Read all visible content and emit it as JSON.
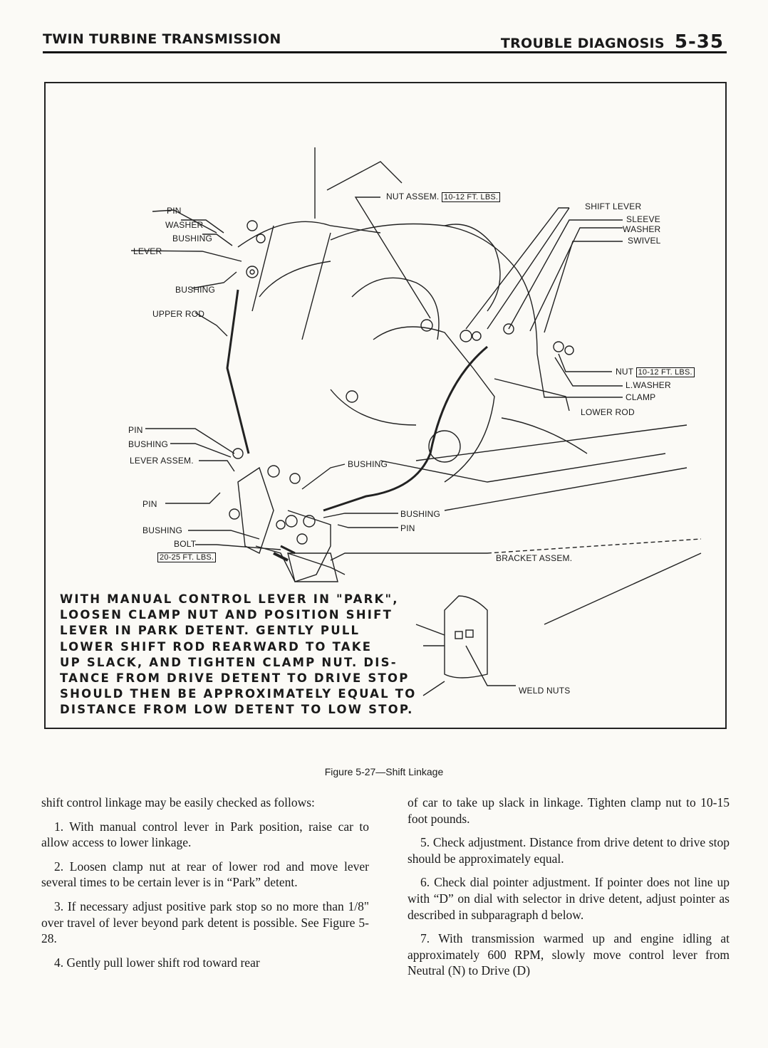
{
  "header": {
    "left": "TWIN TURBINE TRANSMISSION",
    "right": "TROUBLE DIAGNOSIS",
    "page_number": "5-35"
  },
  "figure": {
    "labels": {
      "pin_top": "PIN",
      "washer_top": "WASHER",
      "bushing_top": "BUSHING",
      "lever": "LEVER",
      "bushing_mid": "BUSHING",
      "upper_rod": "UPPER ROD",
      "nut_assem": "NUT ASSEM.",
      "nut_assem_torque": "10-12 FT. LBS.",
      "shift_lever": "SHIFT LEVER",
      "sleeve": "SLEEVE",
      "washer_right": "WASHER",
      "swivel": "SWIVEL",
      "nut": "NUT",
      "nut_torque": "10-12 FT. LBS.",
      "l_washer": "L.WASHER",
      "clamp": "CLAMP",
      "lower_rod": "LOWER ROD",
      "pin_left": "PIN",
      "bushing_left": "BUSHING",
      "lever_assem": "LEVER ASSEM.",
      "bushing_center": "BUSHING",
      "pin_lower": "PIN",
      "bushing_right": "BUSHING",
      "pin_right": "PIN",
      "bushing_lower": "BUSHING",
      "bolt": "BOLT",
      "bolt_torque": "20-25 FT. LBS.",
      "bracket_assem": "BRACKET ASSEM.",
      "weld_nuts": "WELD NUTS"
    },
    "notice_lines": [
      "WITH MANUAL CONTROL LEVER IN \"PARK\",",
      "LOOSEN CLAMP NUT AND POSITION SHIFT",
      "LEVER IN PARK DETENT. GENTLY PULL",
      "LOWER SHIFT ROD REARWARD TO TAKE",
      "UP SLACK, AND TIGHTEN CLAMP NUT. DIS-",
      "TANCE FROM DRIVE DETENT TO DRIVE STOP",
      "SHOULD THEN BE APPROXIMATELY EQUAL TO",
      "DISTANCE FROM LOW DETENT TO LOW STOP."
    ],
    "caption": "Figure 5-27—Shift Linkage"
  },
  "body": {
    "left": [
      "shift control linkage may be easily checked as follows:",
      "1. With manual control lever in Park position, raise car to allow access to lower linkage.",
      "2. Loosen clamp nut at rear of lower rod and move lever several times to be certain lever is in “Park” detent.",
      "3. If necessary adjust positive park stop so no more than 1/8\" over travel of lever beyond park detent is possible. See Figure 5-28.",
      "4. Gently pull lower shift rod toward rear"
    ],
    "right": [
      "of car to take up slack in linkage. Tighten clamp nut to 10-15 foot pounds.",
      "5. Check adjustment. Distance from drive detent to drive stop should be approximately equal.",
      "6. Check dial pointer adjustment. If pointer does not line up with “D” on dial with selector in drive detent, adjust pointer as described in subparagraph d below.",
      "7. With transmission warmed up and engine idling at approximately 600 RPM, slowly move control lever from Neutral (N) to Drive (D)"
    ]
  }
}
